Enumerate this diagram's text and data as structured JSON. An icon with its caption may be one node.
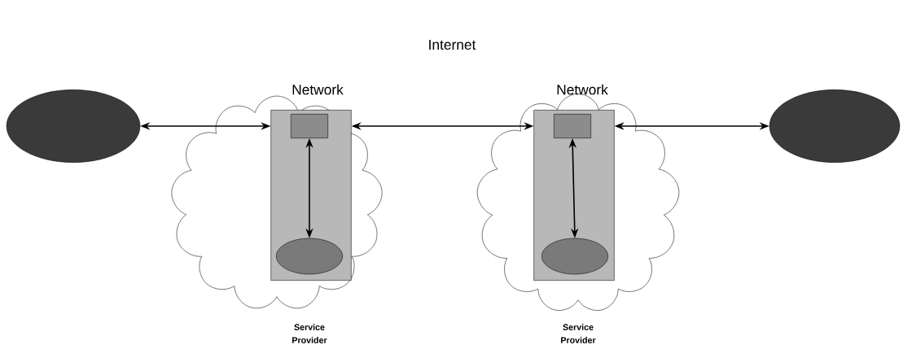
{
  "diagram": {
    "nodes": [
      {
        "text": [],
        "shape": "ellipse"
      },
      {
        "text": [
          "Network"
        ],
        "beside": [
          "Service Provider"
        ]
      },
      {
        "text": [],
        "shape": "box",
        "in": 1
      },
      {
        "text": [],
        "shape": "box",
        "in": 2
      },
      {
        "text": [],
        "shape": "ellipse",
        "in": 2
      },
      {
        "text": [
          "Network"
        ],
        "beside": [
          "Service Provider"
        ]
      },
      {
        "text": [],
        "shape": "box",
        "in": 5
      },
      {
        "text": [],
        "shape": "box",
        "in": 6
      },
      {
        "text": [],
        "shape": "ellipse",
        "in": 6
      },
      {
        "text": [],
        "shape": "ellipse"
      }
    ],
    "edges": [
      {
        "from": 0,
        "to": 2,
        "arrow": "both"
      },
      {
        "from": 2,
        "to": 6,
        "arrow": "both"
      },
      {
        "from": 6,
        "to": 9,
        "arrow": "both"
      },
      {
        "from": 3,
        "to": 4,
        "arrow": "both"
      },
      {
        "from": 7,
        "to": 8,
        "arrow": "both"
      }
    ],
    "labels": [
      "Internet"
    ]
  }
}
